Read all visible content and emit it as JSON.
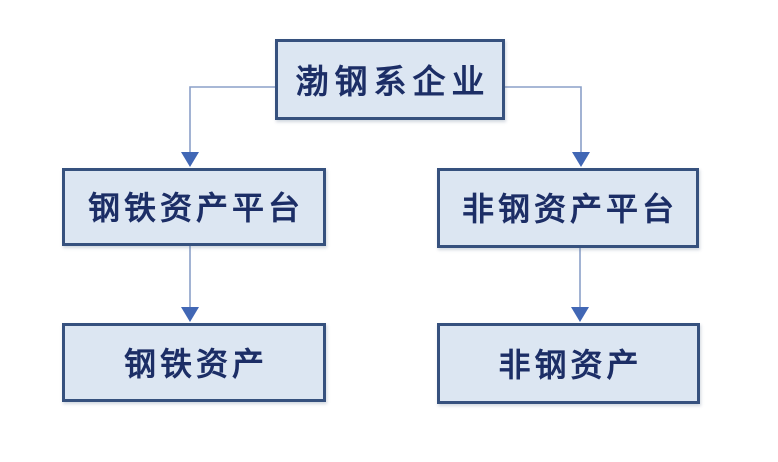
{
  "diagram": {
    "type": "org-chart",
    "background_color": "#ffffff",
    "nodes": [
      {
        "id": "root",
        "level": 1,
        "label": "渤钢系企业"
      },
      {
        "id": "steel-platform",
        "level": 2,
        "label": "钢铁资产平台"
      },
      {
        "id": "non-steel-platform",
        "level": 2,
        "label": "非钢资产平台"
      },
      {
        "id": "steel-assets",
        "level": 3,
        "label": "钢铁资产"
      },
      {
        "id": "non-steel-assets",
        "level": 3,
        "label": "非钢资产"
      }
    ],
    "edges": [
      {
        "from": "root",
        "to": "steel-platform",
        "style": "elbow-arrow"
      },
      {
        "from": "root",
        "to": "non-steel-platform",
        "style": "elbow-arrow"
      },
      {
        "from": "steel-platform",
        "to": "steel-assets",
        "style": "straight-arrow"
      },
      {
        "from": "non-steel-platform",
        "to": "non-steel-assets",
        "style": "straight-arrow"
      }
    ],
    "colors": {
      "box_fill": "#dce6f2",
      "box_border": "#36517e",
      "text": "#1c2e66",
      "connector_line": "#8ba0c8",
      "arrowhead": "#4167b5",
      "background": "#ffffff"
    }
  }
}
